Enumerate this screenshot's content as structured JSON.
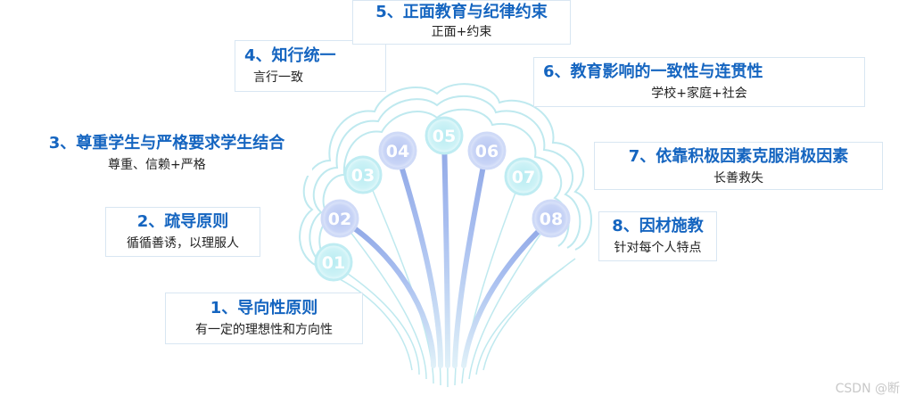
{
  "diagram": {
    "colors": {
      "title": "#1565c0",
      "description": "#222222",
      "branch": "#9fb3ea",
      "circle": "#c7d3f4"
    },
    "principles": [
      {
        "number": "01",
        "title": "1、导向性原则",
        "description": "有一定的理想性和方向性"
      },
      {
        "number": "02",
        "title": "2、疏导原则",
        "description": "循循善诱，以理服人"
      },
      {
        "number": "03",
        "title": "3、尊重学生与严格要求学生结合",
        "description": "尊重、信赖+严格"
      },
      {
        "number": "04",
        "title": "4、知行统一",
        "description": "言行一致"
      },
      {
        "number": "05",
        "title": "5、正面教育与纪律约束",
        "description": "正面+约束"
      },
      {
        "number": "06",
        "title": "6、教育影响的一致性与连贯性",
        "description": "学校+家庭+社会"
      },
      {
        "number": "07",
        "title": "7、依靠积极因素克服消极因素",
        "description": "长善救失"
      },
      {
        "number": "08",
        "title": "8、因材施教",
        "description": "针对每个人特点"
      }
    ]
  },
  "watermark": "CSDN @断"
}
